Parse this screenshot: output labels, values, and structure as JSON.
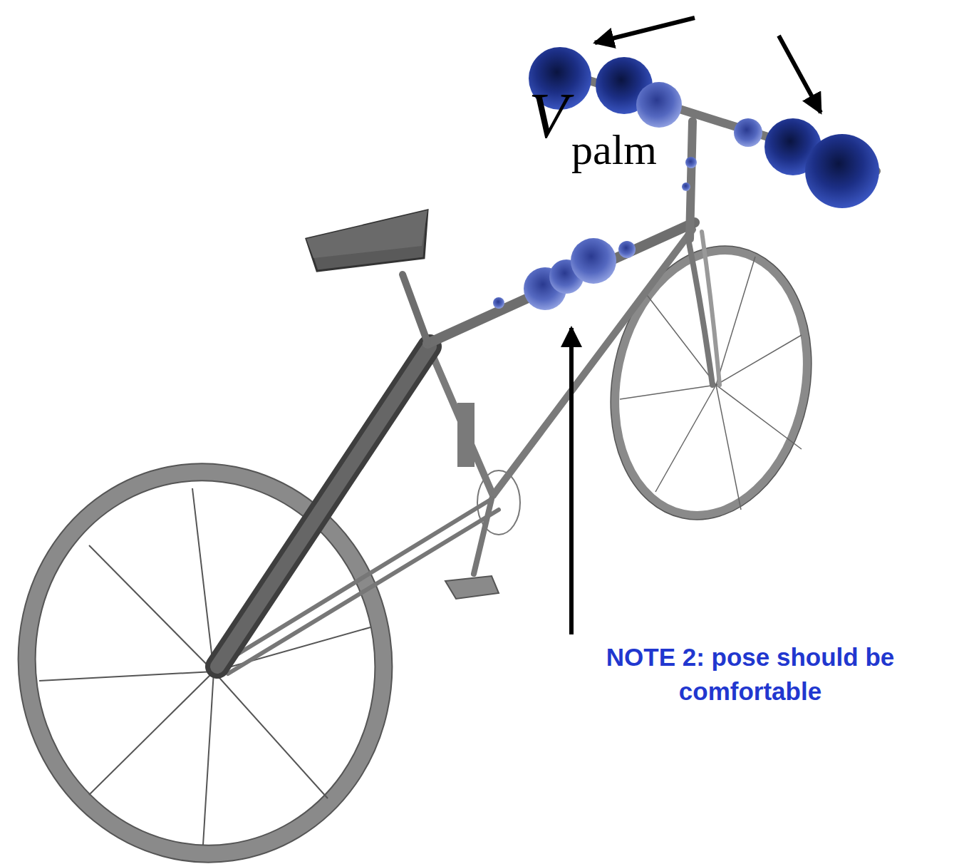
{
  "diagram": {
    "labels": [
      "V",
      "palm",
      "NOTE 2: pose should be comfortable"
    ]
  }
}
